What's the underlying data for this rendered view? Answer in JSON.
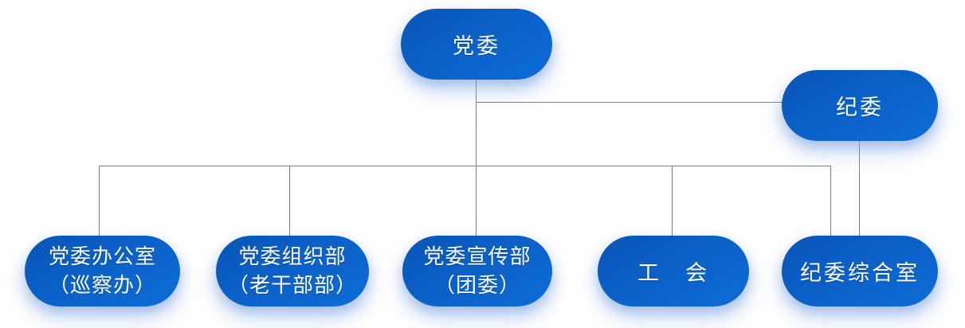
{
  "org_chart": {
    "nodes": {
      "dangwei": {
        "line1": "党委"
      },
      "jiwei": {
        "line1": "纪委"
      },
      "bangongshi": {
        "line1": "党委办公室",
        "line2": "（巡察办）"
      },
      "zuzhibu": {
        "line1": "党委组织部",
        "line2": "（老干部部）"
      },
      "xuanchuanbu": {
        "line1": "党委宣传部",
        "line2": "（团委）"
      },
      "gonghui": {
        "line1": "工　会"
      },
      "zongheshi": {
        "line1": "纪委综合室"
      }
    },
    "edges": [
      {
        "from": "党委",
        "to": "党委办公室（巡察办）"
      },
      {
        "from": "党委",
        "to": "党委组织部（老干部部）"
      },
      {
        "from": "党委",
        "to": "党委宣传部（团委）"
      },
      {
        "from": "党委",
        "to": "工　会"
      },
      {
        "from": "党委",
        "to": "纪委综合室"
      },
      {
        "from": "党委",
        "to": "纪委"
      },
      {
        "from": "纪委",
        "to": "纪委综合室"
      }
    ],
    "colors": {
      "node_gradient_top": "#0a55b7",
      "node_gradient_mid": "#0b61c8",
      "node_gradient_bottom": "#0e6cd6",
      "line": "#7f7f7f",
      "text": "#ffffff",
      "background": "#ffffff",
      "glow": "rgba(104, 150, 219, 0.5)"
    }
  }
}
